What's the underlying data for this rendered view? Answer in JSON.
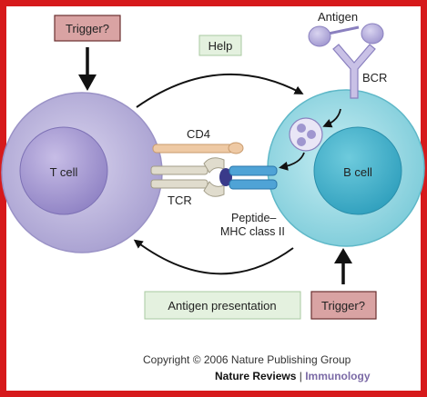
{
  "labels": {
    "trigger_left": "Trigger?",
    "trigger_right": "Trigger?",
    "help": "Help",
    "antigen": "Antigen",
    "bcr": "BCR",
    "cd4": "CD4",
    "tcr": "TCR",
    "peptide_mhc_line1": "Peptide–",
    "peptide_mhc_line2": "MHC class II",
    "t_cell": "T cell",
    "b_cell": "B cell",
    "antigen_presentation": "Antigen presentation"
  },
  "footer": {
    "copyright": "Copyright © 2006 Nature Publishing Group",
    "journal_name": "Nature Reviews",
    "separator": "|",
    "journal_section": "Immunology"
  },
  "colors": {
    "border": "#d6191b",
    "t_cell": "#b9b2db",
    "b_cell": "#8fd3df",
    "trigger_box": "#d9a3a3",
    "label_box": "#e4f1df"
  }
}
